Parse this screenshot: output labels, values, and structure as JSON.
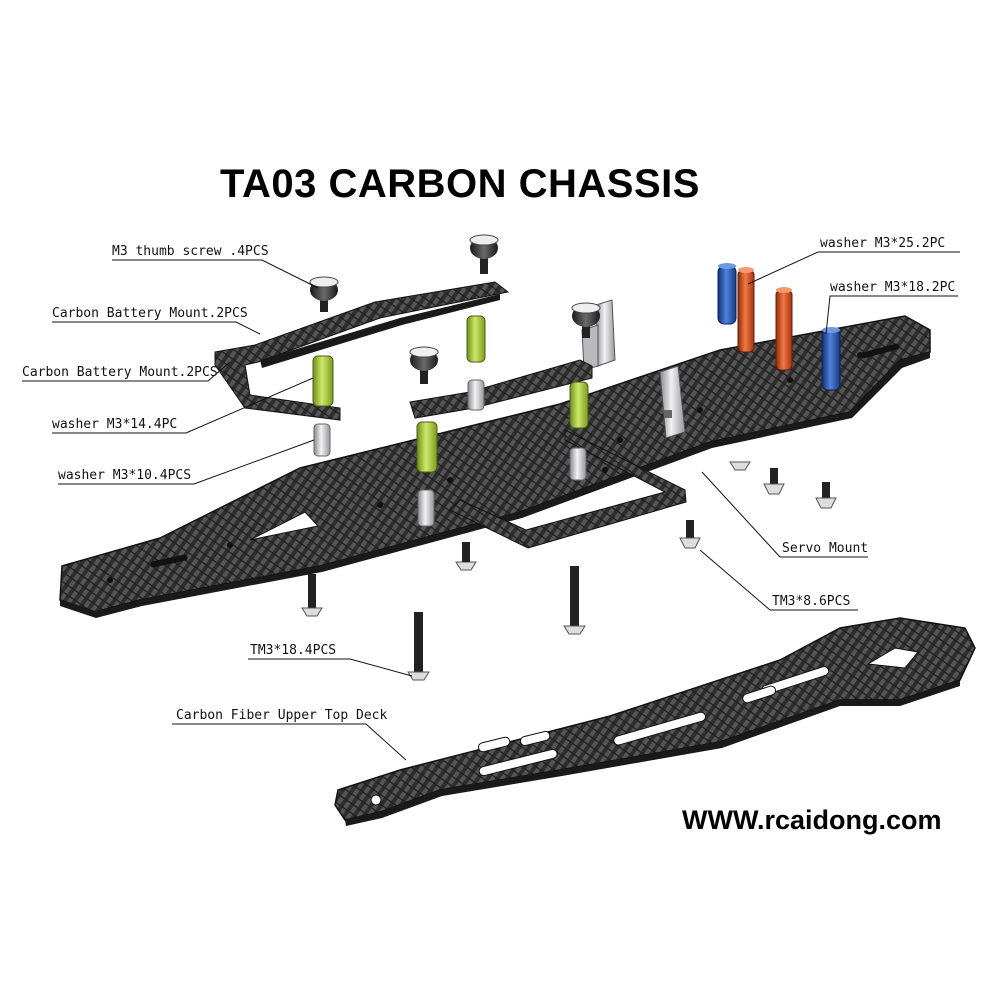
{
  "title": "TA03 CARBON CHASSIS",
  "website": "WWW.rcaidong.com",
  "labels": {
    "thumb_screw": "M3 thumb screw .4PCS",
    "battery_mount_1": "Carbon Battery Mount.2PCS",
    "battery_mount_2": "Carbon Battery Mount.2PCS",
    "washer_14": "washer M3*14.4PC",
    "washer_10": "washer M3*10.4PCS",
    "washer_25": "washer M3*25.2PC",
    "washer_18": "washer M3*18.2PC",
    "servo_mount": "Servo Mount",
    "tm3_8": "TM3*8.6PCS",
    "tm3_18": "TM3*18.4PCS",
    "upper_deck": "Carbon Fiber Upper Top Deck"
  },
  "colors": {
    "carbon": "#3b3b3b",
    "green_standoff": "#9bc230",
    "blue_standoff": "#1f4fa8",
    "orange_standoff": "#cf4a1c",
    "silver_part": "#c8c8cc"
  }
}
